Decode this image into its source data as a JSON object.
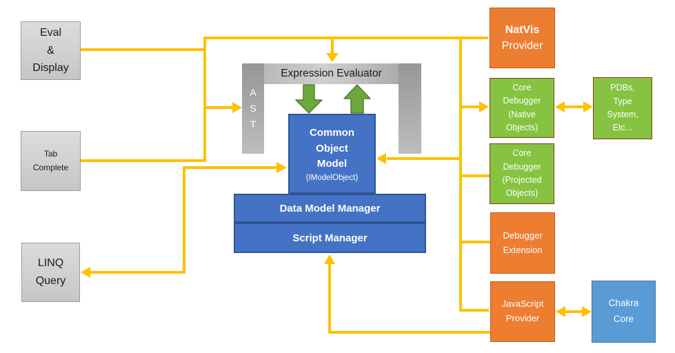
{
  "colors": {
    "connector": "#FFC000",
    "gray_fill_top": "#DCDCDC",
    "gray_fill_bottom": "#C6C6C6",
    "gray_border": "#9B9B9B",
    "column_fill_top": "#969696",
    "column_fill_bottom": "#BDBDBD",
    "blue_fill": "#4472C4",
    "blue_border": "#2F5597",
    "orange_fill": "#ED7D31",
    "orange_border": "#C55A11",
    "green_fill": "#85C341",
    "green_border": "#843C0C",
    "chakra_fill": "#5B9BD5",
    "chakra_border": "#41719C",
    "green_arrow_fill": "#6CA83D",
    "green_arrow_border": "#507E32",
    "text_dark": "#1A1A1A"
  },
  "nodes": {
    "eval_display": {
      "label": "Eval\n&\nDisplay"
    },
    "tab_complete": {
      "label": "Tab\nComplete"
    },
    "linq_query": {
      "label": "LINQ\nQuery"
    },
    "ast": {
      "label": "A\nS\nT"
    },
    "expression_evaluator": {
      "label": "Expression Evaluator"
    },
    "common_object_model": {
      "title": "Common\nObject\nModel",
      "subtitle": "(IModelObject)"
    },
    "data_model_manager": {
      "label": "Data Model Manager"
    },
    "script_manager": {
      "label": "Script Manager"
    },
    "natvis_provider": {
      "title": "NatVis",
      "subtitle": "Provider"
    },
    "core_debugger_native": {
      "label": "Core\nDebugger\n(Native\nObjects)"
    },
    "pdbs_type_system": {
      "label": "PDBs,\nType\nSystem,\nEtc..."
    },
    "core_debugger_projected": {
      "label": "Core\nDebugger\n(Projected\nObjects)"
    },
    "debugger_extension": {
      "label": "Debugger\nExtension"
    },
    "javascript_provider": {
      "label": "JavaScript\nProvider"
    },
    "chakra_core": {
      "label": "Chakra\nCore"
    }
  }
}
